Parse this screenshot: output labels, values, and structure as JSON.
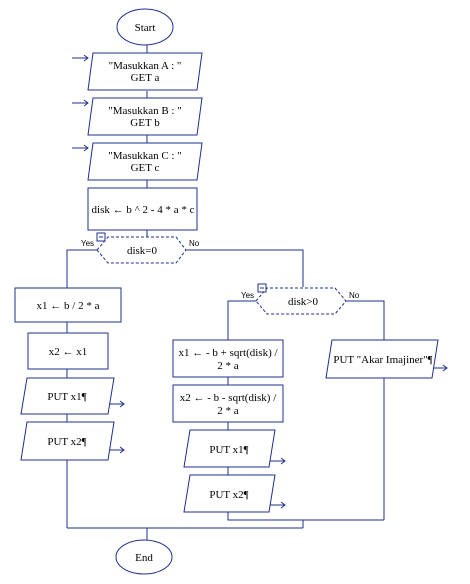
{
  "start_label": "Start",
  "end_label": "End",
  "inputs": [
    {
      "line1": "\"Masukkan A : \"",
      "line2": "GET a"
    },
    {
      "line1": "\"Masukkan B : \"",
      "line2": "GET b"
    },
    {
      "line1": "\"Masukkan C : \"",
      "line2": "GET c"
    }
  ],
  "disk_calc": "disk ← b ^ 2 - 4 * a * c",
  "decision1": {
    "text": "disk=0",
    "yes": "Yes",
    "no": "No"
  },
  "left_branch": {
    "x1": "x1 ← b / 2 * a",
    "x2": "x2 ← x1",
    "put_x1": "PUT x1¶",
    "put_x2": "PUT x2¶"
  },
  "decision2": {
    "text": "disk>0",
    "yes": "Yes",
    "no": "No"
  },
  "middle_branch": {
    "x1_line1": "x1 ← - b + sqrt(disk) /",
    "x1_line2": "2 * a",
    "x2_line1": "x2 ← - b - sqrt(disk) /",
    "x2_line2": "2 * a",
    "put_x1": "PUT x1¶",
    "put_x2": "PUT x2¶"
  },
  "right_branch": {
    "put_imag": "PUT \"Akar Imajiner\"¶"
  }
}
